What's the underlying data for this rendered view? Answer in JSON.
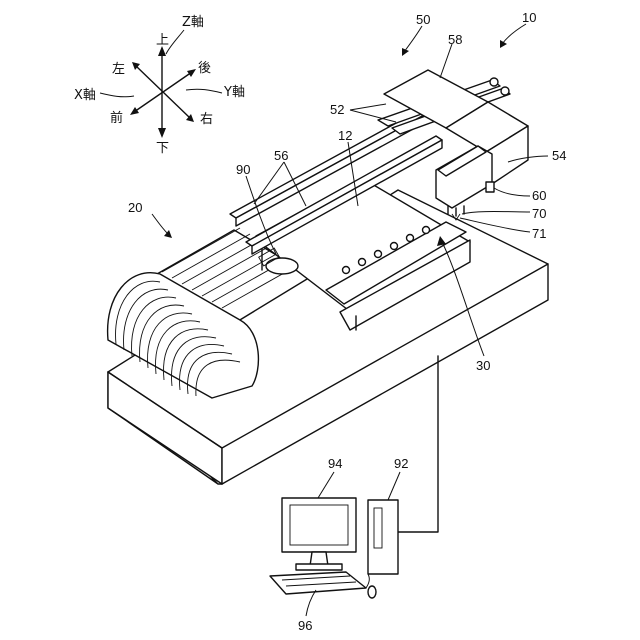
{
  "axes": {
    "z_axis": "Z軸",
    "x_axis": "X軸",
    "y_axis": "Y軸",
    "up": "上",
    "down": "下",
    "left": "左",
    "right": "右",
    "front": "前",
    "back": "後"
  },
  "labels": {
    "l10": "10",
    "l50": "50",
    "l58": "58",
    "l52": "52",
    "l12": "12",
    "l56": "56",
    "l90": "90",
    "l54": "54",
    "l60": "60",
    "l70": "70",
    "l71": "71",
    "l20": "20",
    "l30": "30",
    "l94": "94",
    "l92": "92",
    "l96": "96"
  }
}
